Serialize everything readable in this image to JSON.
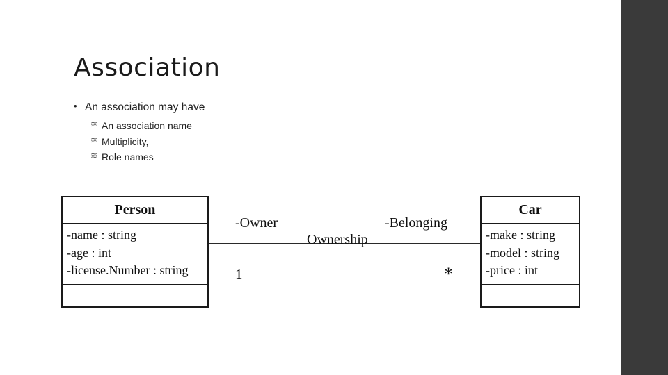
{
  "slide": {
    "title": "Association",
    "bullets": [
      {
        "level": 1,
        "marker": "•",
        "text": "An association may have"
      },
      {
        "level": 2,
        "marker": "≋",
        "text": "An association name"
      },
      {
        "level": 2,
        "marker": "≋",
        "text": "Multiplicity,"
      },
      {
        "level": 2,
        "marker": "≋",
        "text": "Role names"
      }
    ]
  },
  "diagram": {
    "type": "uml-class-diagram",
    "classes": [
      {
        "name": "Person",
        "attributes": [
          "-name : string",
          "-age : int",
          "-license.Number : string"
        ],
        "operations": []
      },
      {
        "name": "Car",
        "attributes": [
          "-make : string",
          "-model : string",
          "-price : int"
        ],
        "operations": []
      }
    ],
    "association": {
      "name": "Ownership",
      "role_left": "-Owner",
      "role_right": "-Belonging",
      "multiplicity_left": "1",
      "multiplicity_right": "*"
    }
  },
  "theme": {
    "accent_bar": "#3a3a3a",
    "background": "#ffffff",
    "text": "#1a1a1a"
  }
}
